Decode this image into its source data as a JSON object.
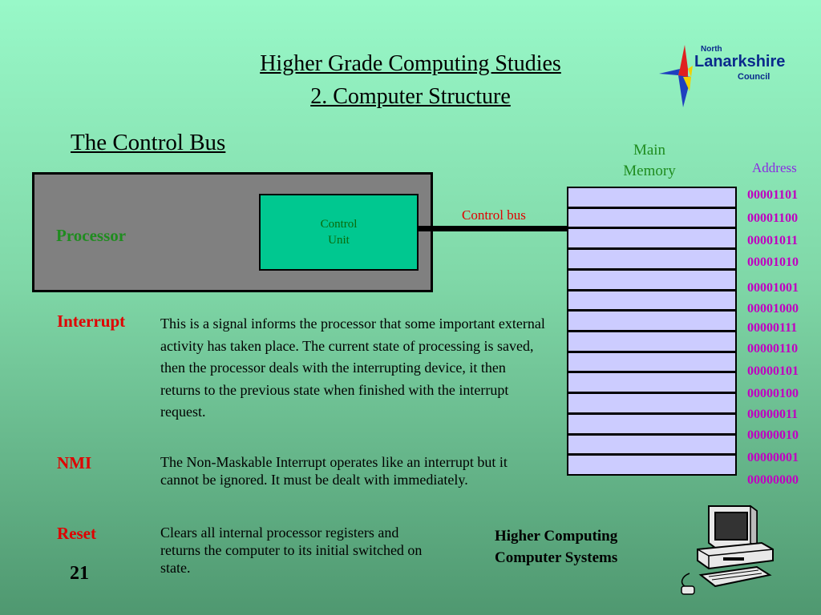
{
  "header": {
    "title_line1": "Higher Grade Computing Studies",
    "title_line2": "2. Computer Structure"
  },
  "logo": {
    "line1": "North",
    "line2": "Lanarkshire",
    "line3": "Council"
  },
  "section_title": "The Control Bus",
  "diagram": {
    "processor_label": "Processor",
    "control_unit_line1": "Control",
    "control_unit_line2": "Unit",
    "bus_label": "Control bus",
    "memory_label_line1": "Main",
    "memory_label_line2": "Memory",
    "address_label": "Address",
    "cell_count": 14,
    "addresses": [
      "00001101",
      "00001100",
      "00001011",
      "00001010",
      "00001001",
      "00001000",
      "00000111",
      "00000110",
      "00000101",
      "00000100",
      "00000011",
      "00000010",
      "00000001",
      "00000000"
    ]
  },
  "signals": [
    {
      "term": "Interrupt",
      "desc": "This is a signal informs the processor that some important external activity has taken place. The current state of processing is saved, then the processor deals with the interrupting device, it then returns to the previous state when finished with the interrupt request."
    },
    {
      "term": "NMI",
      "desc": "The Non-Maskable Interrupt operates like an interrupt but it cannot be ignored. It must be dealt with immediately."
    },
    {
      "term": "Reset",
      "desc": "Clears all internal processor registers and returns the computer to its initial switched on state."
    }
  ],
  "footer": {
    "line1": "Higher Computing",
    "line2": "Computer Systems"
  },
  "page_number": "21",
  "colors": {
    "processor_fill": "#808080",
    "control_unit_fill": "#00c890",
    "memory_cell_fill": "#ccccff",
    "term_red": "#e00000",
    "address_magenta": "#c000c0",
    "label_green": "#1f8c1f"
  }
}
